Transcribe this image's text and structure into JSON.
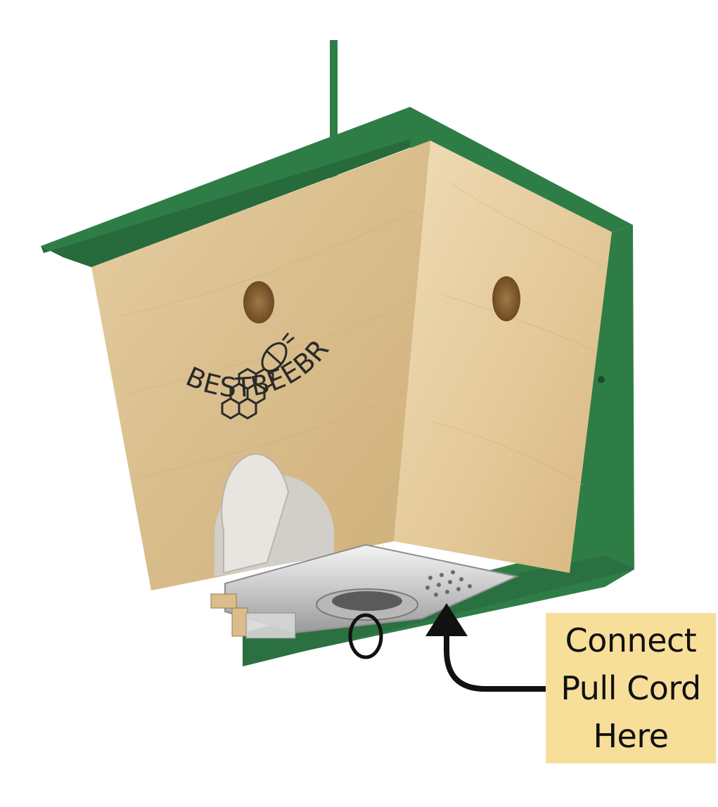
{
  "product": {
    "logo_text": "BESTBEEBROTHERS.COM"
  },
  "callout": {
    "lines": [
      "Connect",
      "Pull Cord",
      "Here"
    ]
  },
  "colors": {
    "roof_green": "#2f7d46",
    "wood_front": "#dcc194",
    "wood_side": "#ead3a8",
    "callout_bg": "#f7df9a",
    "arrow": "#111111"
  },
  "icons": [
    "honeycomb-icon",
    "bee-icon",
    "arrow-up-icon"
  ]
}
